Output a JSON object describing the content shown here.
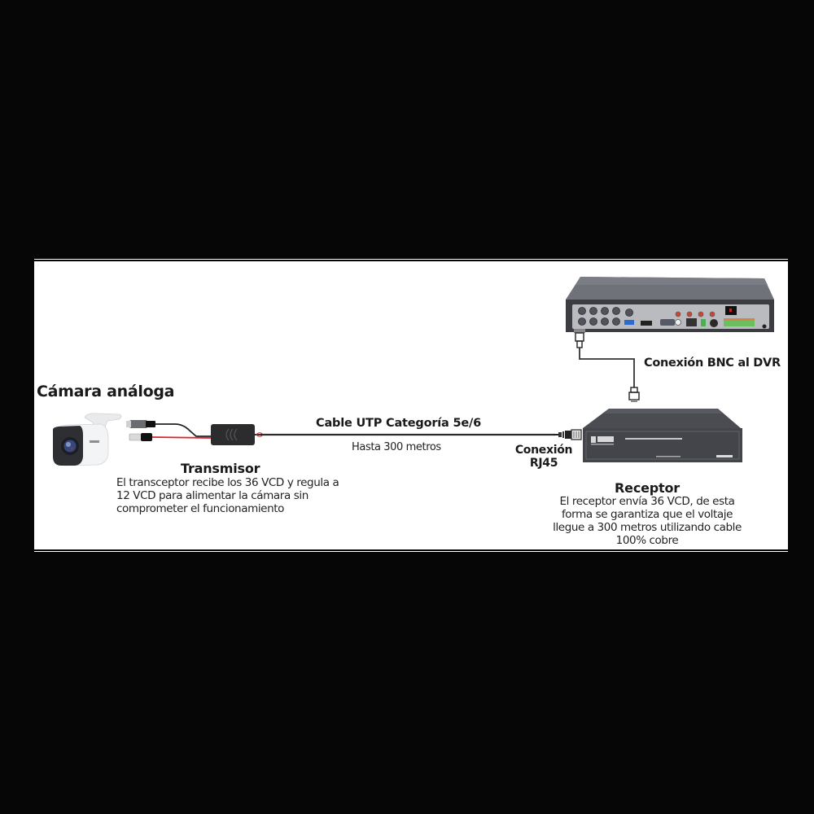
{
  "diagram": {
    "camera": {
      "title": "Cámara análoga",
      "icon": "bullet-camera-icon"
    },
    "transmitter": {
      "title": "Transmisor",
      "description": [
        "El transceptor recibe los 36 VCD y regula a",
        "12 VCD para alimentar la cámara sin",
        "comprometer el funcionamiento"
      ],
      "icon": "video-balun-transmitter-icon"
    },
    "cable": {
      "label": "Cable UTP Categoría 5e/6",
      "distance": "Hasta 300 metros"
    },
    "rj45": {
      "label_line1": "Conexión",
      "label_line2": "RJ45",
      "icon": "rj45-connector-icon"
    },
    "receiver": {
      "title": "Receptor",
      "description": [
        "El receptor envía 36 VCD, de esta",
        "forma se garantiza que el voltaje",
        "llegue a 300 metros utilizando cable",
        "100% cobre"
      ],
      "icon": "receiver-hub-icon"
    },
    "dvr": {
      "connection_label": "Conexión BNC al DVR",
      "icon": "dvr-recorder-icon"
    },
    "colors": {
      "background": "#060606",
      "panel": "#ffffff",
      "text": "#1a1a1a",
      "cable": "#2b2b2b",
      "power_wire": "#d8262c",
      "device_gray": "#5a5d62"
    }
  }
}
